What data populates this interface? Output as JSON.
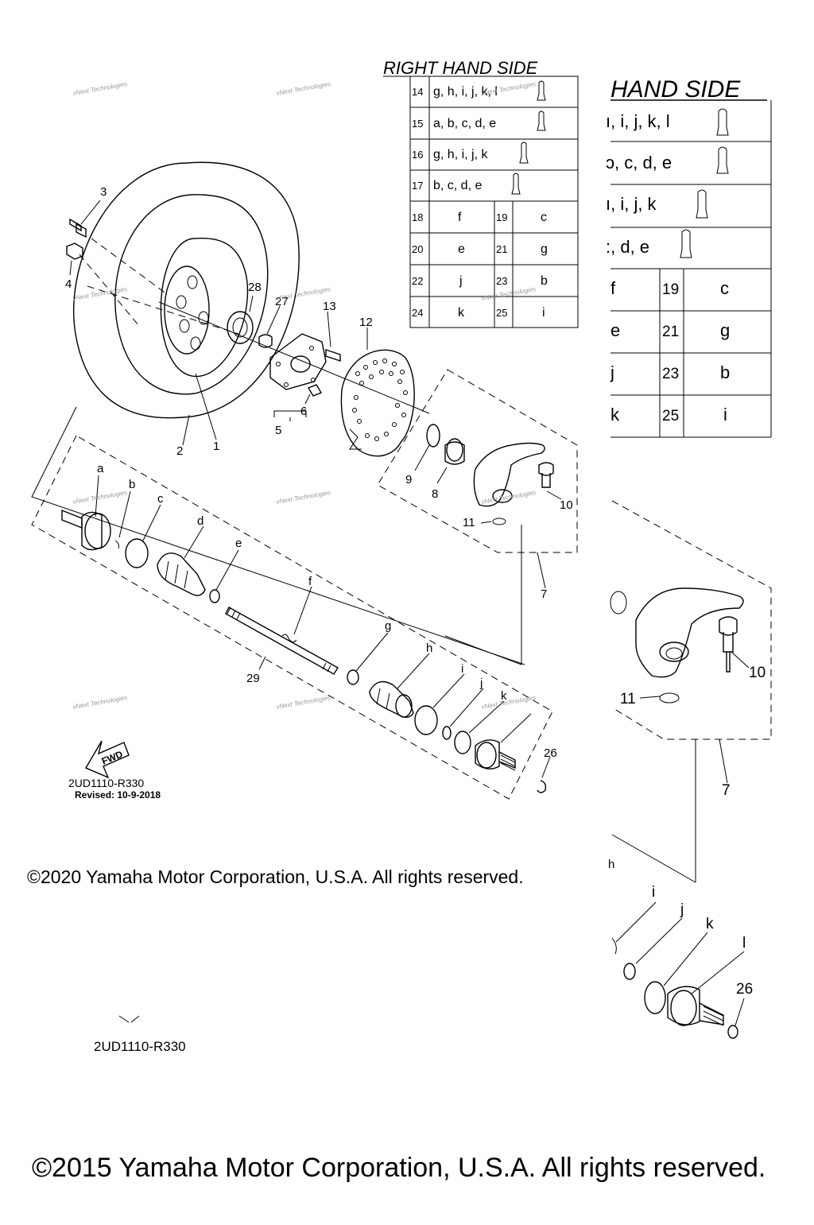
{
  "title_small": "RIGHT HAND SIDE",
  "title_large": "HAND SIDE",
  "watermark": "vNext Technologies",
  "part_labels": [
    "1",
    "2",
    "3",
    "4",
    "5",
    "6",
    "7",
    "8",
    "9",
    "10",
    "11",
    "12",
    "13",
    "27",
    "28",
    "29",
    "26"
  ],
  "letter_labels": [
    "a",
    "b",
    "c",
    "d",
    "e",
    "f",
    "g",
    "h",
    "i",
    "j",
    "k"
  ],
  "zoom_labels": {
    "n10": "10",
    "n11": "11",
    "n7": "7",
    "n26": "26",
    "i": "i",
    "j": "j",
    "k": "k",
    "l": "l",
    "partial_h": "h"
  },
  "grease_table_small": {
    "rows": [
      {
        "num": "14",
        "letters": "g, h, i, j, k, l"
      },
      {
        "num": "15",
        "letters": "a, b, c, d, e"
      },
      {
        "num": "16",
        "letters": "g, h, i, j, k"
      },
      {
        "num": "17",
        "letters": "b, c, d, e"
      }
    ],
    "pairs": [
      [
        "18",
        "f",
        "19",
        "c"
      ],
      [
        "20",
        "e",
        "21",
        "g"
      ],
      [
        "22",
        "j",
        "23",
        "b"
      ],
      [
        "24",
        "k",
        "25",
        "i"
      ]
    ]
  },
  "grease_table_large": {
    "rows": [
      {
        "letters": "ı, i, j, k, l"
      },
      {
        "letters": "ɔ, c, d, e"
      },
      {
        "letters": "ı, i, j, k"
      },
      {
        "letters": ":, d, e"
      }
    ],
    "pairs": [
      [
        "f",
        "19",
        "c"
      ],
      [
        "e",
        "21",
        "g"
      ],
      [
        "j",
        "23",
        "b"
      ],
      [
        "k",
        "25",
        "i"
      ]
    ]
  },
  "fwd_label": "FWD",
  "diagram_code": "2UD1110-R330",
  "revised": "Revised: 10-9-2018",
  "diagram_code_bottom": "2UD1110-R330",
  "copyright_2020": "©2020 Yamaha Motor Corporation, U.S.A. All rights reserved.",
  "copyright_2015": "©2015 Yamaha Motor Corporation, U.S.A. All rights reserved."
}
